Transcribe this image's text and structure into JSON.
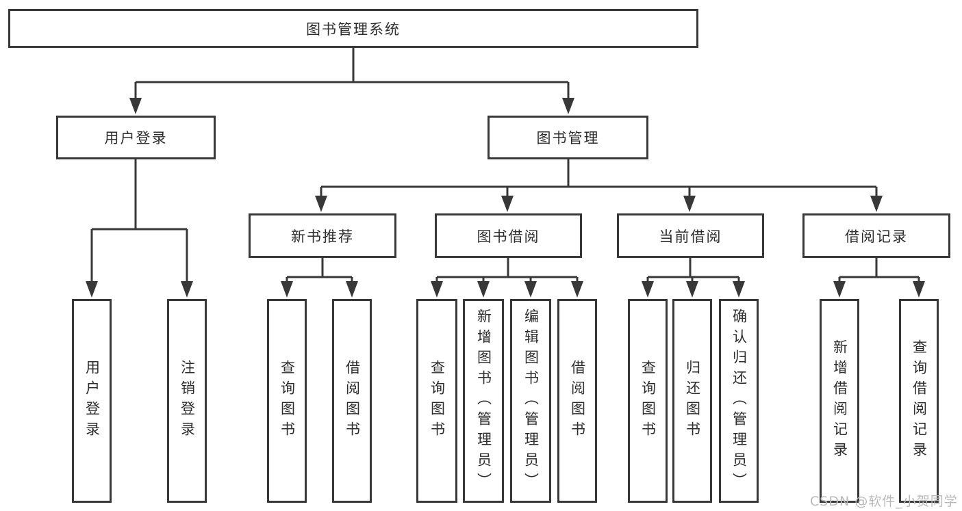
{
  "diagram": {
    "root": {
      "label": "图书管理系统"
    },
    "level2": [
      {
        "label": "用户登录"
      },
      {
        "label": "图书管理"
      }
    ],
    "level3": [
      {
        "label": "新书推荐"
      },
      {
        "label": "图书借阅"
      },
      {
        "label": "当前借阅"
      },
      {
        "label": "借阅记录"
      }
    ],
    "leaves": [
      {
        "label": "用户登录"
      },
      {
        "label": "注销登录"
      },
      {
        "label": "查询图书"
      },
      {
        "label": "借阅图书"
      },
      {
        "label": "查询图书"
      },
      {
        "label": "新增图书（管理员）"
      },
      {
        "label": "编辑图书（管理员）"
      },
      {
        "label": "借阅图书"
      },
      {
        "label": "查询图书"
      },
      {
        "label": "归还图书"
      },
      {
        "label": "确认归还（管理员）"
      },
      {
        "label": "新增借阅记录"
      },
      {
        "label": "查询借阅记录"
      }
    ],
    "watermark": "CSDN @软件_小贺同学",
    "colors": {
      "line": "#383838",
      "text": "#2d2d2d",
      "watermark": "#b9b9b9",
      "background": "#ffffff"
    }
  }
}
